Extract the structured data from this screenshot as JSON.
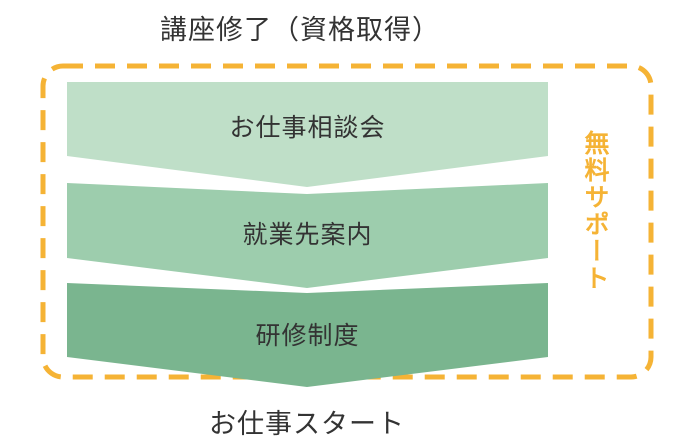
{
  "top_label": "講座修了（資格取得）",
  "bottom_label": "お仕事スタート",
  "support_label": "無料サポート",
  "steps": [
    {
      "label": "お仕事相談会",
      "color": "#bfdfc8"
    },
    {
      "label": "就業先案内",
      "color": "#9dcdad"
    },
    {
      "label": "研修制度",
      "color": "#7ab58f"
    }
  ],
  "support_frame_color": "#f5b335"
}
